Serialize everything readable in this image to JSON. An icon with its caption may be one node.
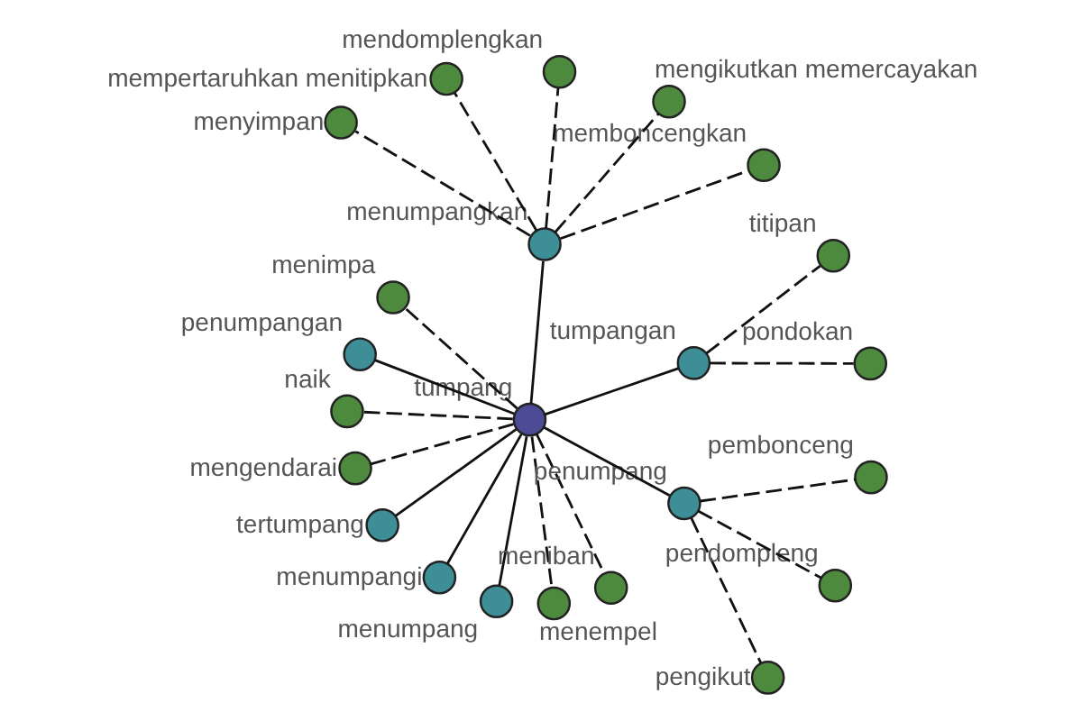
{
  "diagram": {
    "nodes": [
      {
        "text": [
          "pondokan"
        ]
      },
      {
        "text": [
          "titipan"
        ]
      },
      {
        "text": [
          "memboncengkan"
        ]
      },
      {
        "text": [
          "mengikutkan memercayakan"
        ]
      },
      {
        "text": [
          "mendomplengkan"
        ]
      },
      {
        "text": [
          "tumpangan"
        ]
      },
      {
        "text": [
          "mempertaruhkan menitipkan"
        ]
      },
      {
        "text": [
          "menumpangkan"
        ]
      },
      {
        "text": [
          "menimpa"
        ]
      },
      {
        "text": [
          "penumpangan"
        ]
      },
      {
        "text": [
          "naik"
        ]
      },
      {
        "text": [
          "menyimpan"
        ]
      },
      {
        "text": [
          "mengendarai"
        ]
      },
      {
        "text": [
          "tumpang"
        ]
      },
      {
        "text": [
          "tertumpang"
        ]
      },
      {
        "text": [
          "menumpangi"
        ]
      },
      {
        "text": [
          "menumpang"
        ]
      },
      {
        "text": [
          "menempel"
        ]
      },
      {
        "text": [
          "meniban"
        ]
      },
      {
        "text": [
          "pengikut"
        ]
      },
      {
        "text": [
          "penumpang"
        ]
      },
      {
        "text": [
          "pendompleng"
        ]
      },
      {
        "text": [
          "pembonceng"
        ]
      }
    ],
    "edges": [
      {
        "from": 13,
        "to": 7,
        "arrow": "none"
      },
      {
        "from": 13,
        "to": 5,
        "arrow": "none"
      },
      {
        "from": 13,
        "to": 9,
        "arrow": "none"
      },
      {
        "from": 13,
        "to": 14,
        "arrow": "none"
      },
      {
        "from": 13,
        "to": 15,
        "arrow": "none"
      },
      {
        "from": 13,
        "to": 16,
        "arrow": "none"
      },
      {
        "from": 13,
        "to": 20,
        "arrow": "none"
      },
      {
        "from": 7,
        "to": 3,
        "arrow": "none",
        "style": "dashed"
      },
      {
        "from": 7,
        "to": 4,
        "arrow": "none",
        "style": "dashed"
      },
      {
        "from": 7,
        "to": 2,
        "arrow": "none",
        "style": "dashed"
      },
      {
        "from": 7,
        "to": 6,
        "arrow": "none",
        "style": "dashed"
      },
      {
        "from": 7,
        "to": 11,
        "arrow": "none",
        "style": "dashed"
      },
      {
        "from": 5,
        "to": 0,
        "arrow": "none",
        "style": "dashed"
      },
      {
        "from": 5,
        "to": 1,
        "arrow": "none",
        "style": "dashed"
      },
      {
        "from": 13,
        "to": 8,
        "arrow": "none",
        "style": "dashed"
      },
      {
        "from": 13,
        "to": 10,
        "arrow": "none",
        "style": "dashed"
      },
      {
        "from": 13,
        "to": 12,
        "arrow": "none",
        "style": "dashed"
      },
      {
        "from": 13,
        "to": 18,
        "arrow": "none",
        "style": "dashed"
      },
      {
        "from": 13,
        "to": 17,
        "arrow": "none",
        "style": "dashed"
      },
      {
        "from": 20,
        "to": 19,
        "arrow": "none",
        "style": "dashed"
      },
      {
        "from": 20,
        "to": 21,
        "arrow": "none",
        "style": "dashed"
      },
      {
        "from": 20,
        "to": 22,
        "arrow": "none",
        "style": "dashed"
      }
    ]
  }
}
